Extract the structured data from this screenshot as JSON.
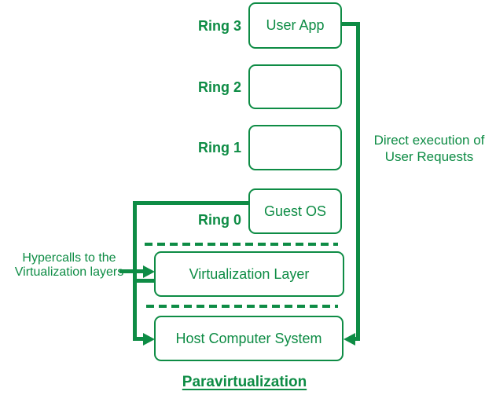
{
  "title": "Paravirtualization",
  "colors": {
    "green": "#0e8c45",
    "background": "#ffffff"
  },
  "rings": [
    {
      "label": "Ring 3",
      "box_text": "User App"
    },
    {
      "label": "Ring 2",
      "box_text": ""
    },
    {
      "label": "Ring 1",
      "box_text": ""
    },
    {
      "label": "Ring 0",
      "box_text": "Guest OS"
    }
  ],
  "layers": [
    {
      "box_text": "Virtualization Layer"
    },
    {
      "box_text": "Host Computer System"
    }
  ],
  "annotations": {
    "direct_execution": {
      "line1": "Direct execution of",
      "line2": "User Requests"
    },
    "hypercalls": {
      "line1": "Hypercalls to the",
      "line2": "Virtualization layers"
    }
  }
}
